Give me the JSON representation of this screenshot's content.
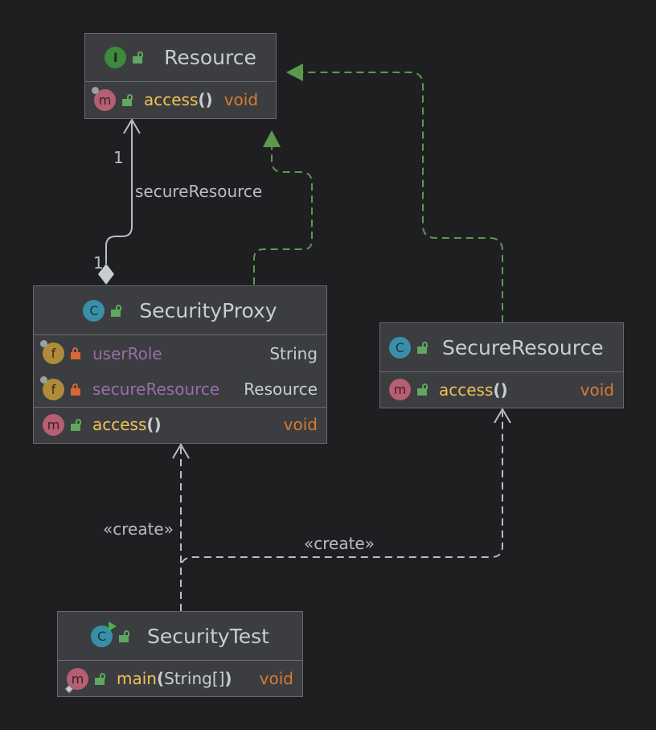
{
  "classes": {
    "resource": {
      "name": "Resource",
      "kind": "I",
      "methods": [
        {
          "badge": "m",
          "name": "access",
          "args": "",
          "return_type": "void"
        }
      ]
    },
    "security_proxy": {
      "name": "SecurityProxy",
      "kind": "C",
      "fields": [
        {
          "badge": "f",
          "name": "userRole",
          "type": "String"
        },
        {
          "badge": "f",
          "name": "secureResource",
          "type": "Resource"
        }
      ],
      "methods": [
        {
          "badge": "m",
          "name": "access",
          "args": "",
          "return_type": "void"
        }
      ]
    },
    "secure_resource": {
      "name": "SecureResource",
      "kind": "C",
      "methods": [
        {
          "badge": "m",
          "name": "access",
          "args": "",
          "return_type": "void"
        }
      ]
    },
    "security_test": {
      "name": "SecurityTest",
      "kind": "C",
      "methods": [
        {
          "badge": "m",
          "name": "main",
          "args": "String[]",
          "return_type": "void"
        }
      ]
    }
  },
  "relations": {
    "composition": {
      "label": "secureResource",
      "multiplicity_source": "1",
      "multiplicity_target": "1"
    },
    "create_proxy": {
      "label": "«create»"
    },
    "create_secure": {
      "label": "«create»"
    }
  },
  "colors": {
    "background": "#1f1f22",
    "node_fill": "#3b3d40",
    "node_border": "#686a6d",
    "realization": "#5b9a4c",
    "association": "#b8bec6",
    "method_name": "#f2c255",
    "field_name": "#9a6ea8",
    "return_type": "#d97935"
  }
}
